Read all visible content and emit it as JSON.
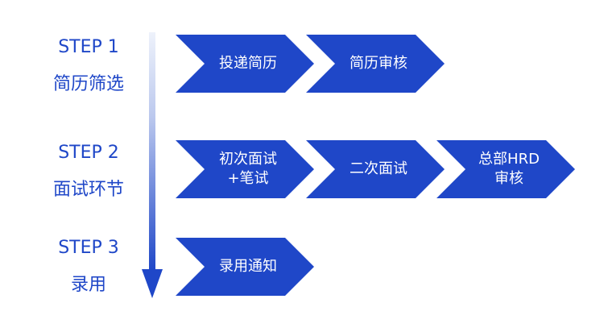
{
  "steps": [
    {
      "number": "STEP 1",
      "name": "简历筛选",
      "boxes": [
        "投递简历",
        "简历审核"
      ]
    },
    {
      "number": "STEP 2",
      "name": "面试环节",
      "boxes": [
        "初次面试\n+笔试",
        "二次面试",
        "总部HRD\n审核"
      ]
    },
    {
      "number": "STEP 3",
      "name": "录用",
      "boxes": [
        "录用通知"
      ]
    }
  ],
  "colors": {
    "accent": "#1f47c8",
    "text_on_accent": "#ffffff",
    "background": "#ffffff"
  }
}
